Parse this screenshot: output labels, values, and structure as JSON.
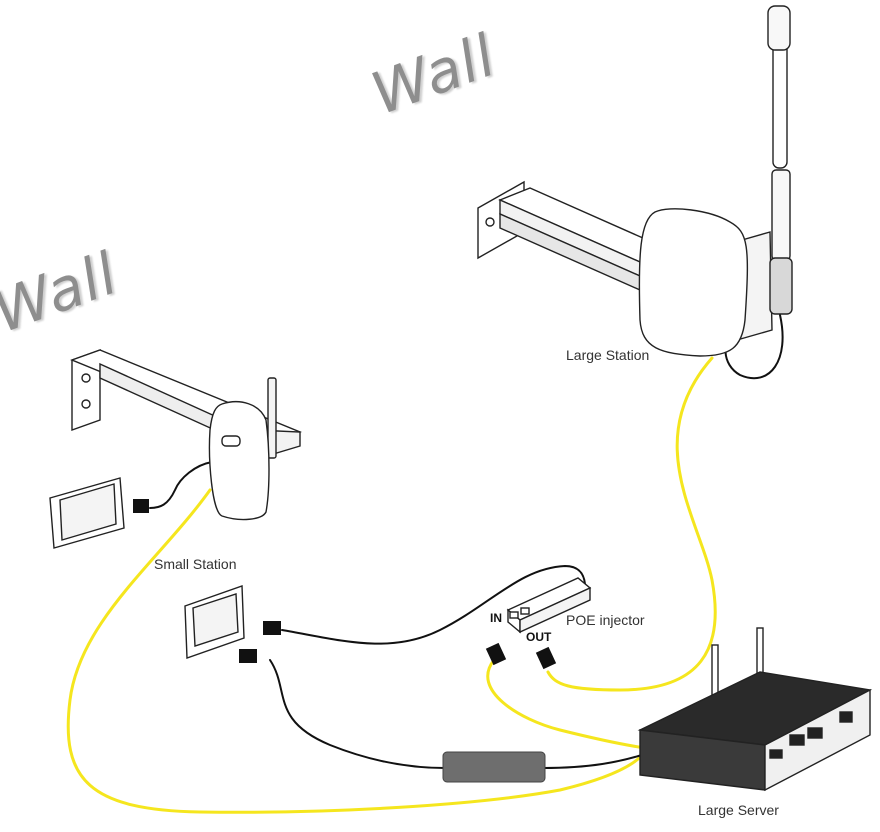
{
  "labels": {
    "wall_top": "Wall",
    "wall_left": "Wall",
    "large_station": "Large Station",
    "small_station": "Small Station",
    "poe_injector": "POE injector",
    "port_in": "IN",
    "port_out": "OUT",
    "large_server": "Large Server"
  },
  "colors": {
    "ethernet_cable": "#f5e61e",
    "power_cable": "#111111",
    "power_brick": "#6e6e6e",
    "device_outline": "#222222"
  }
}
